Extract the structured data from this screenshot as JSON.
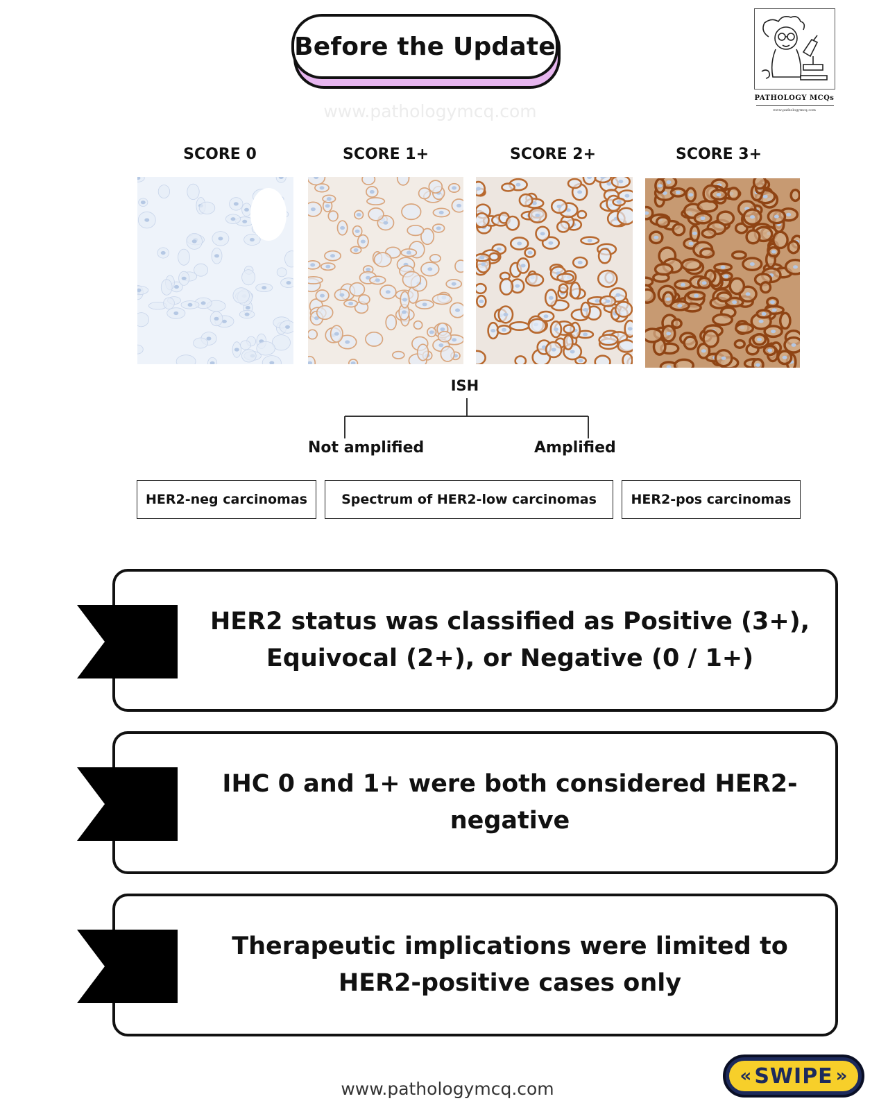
{
  "header": {
    "title": "Before the Update",
    "watermark": "www.pathologymcq.com"
  },
  "logo": {
    "label": "PATHOLOGY MCQs",
    "url": "www.pathologymcq.com",
    "icon": "scientist-microscope-icon"
  },
  "scores": [
    {
      "label": "SCORE 0",
      "stain_intensity": 0
    },
    {
      "label": "SCORE 1+",
      "stain_intensity": 1
    },
    {
      "label": "SCORE 2+",
      "stain_intensity": 2
    },
    {
      "label": "SCORE 3+",
      "stain_intensity": 3
    }
  ],
  "ish": {
    "label": "ISH",
    "branches": [
      "Not amplified",
      "Amplified"
    ]
  },
  "classes": [
    "HER2-neg carcinomas",
    "Spectrum of HER2-low carcinomas",
    "HER2-pos carcinomas"
  ],
  "points": [
    "HER2 status was classified as Positive (3+), Equivocal (2+), or Negative (0 / 1+)",
    "IHC 0 and 1+ were both considered HER2-negative",
    "Therapeutic implications were limited to HER2-positive cases only"
  ],
  "footer": {
    "url": "www.pathologymcq.com",
    "swipe_label": "SWIPE",
    "swipe_icon": "double-chevron-icon"
  },
  "colors": {
    "title_shadow": "#e7b6ef",
    "stain_brown": "#a0521c",
    "hematoxylin_blue": "#b5c8e4",
    "swipe_yellow": "#f7cf2a",
    "swipe_navy": "#1d2a5c"
  }
}
